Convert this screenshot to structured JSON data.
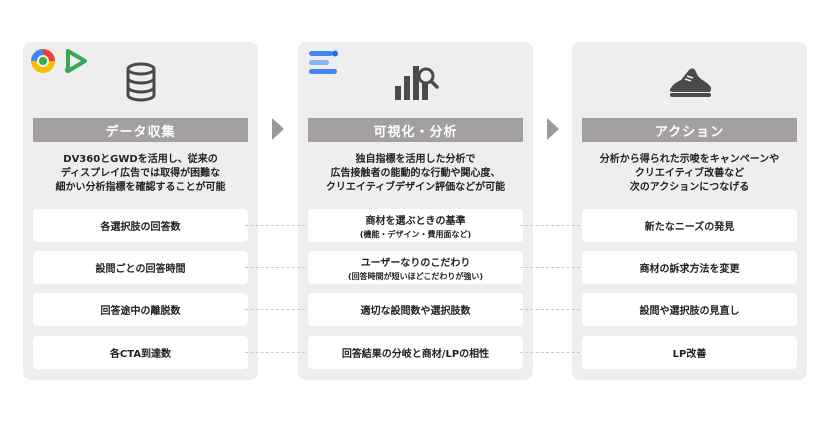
{
  "columns": [
    {
      "title": "データ収集",
      "icon": "database-icon",
      "brand_icons": [
        "google-dv360-icon",
        "campaign-manager-icon"
      ],
      "description": [
        "DV360とGWDを活用し、従来の",
        "ディスプレイ広告では取得が困難な",
        "細かい分析指標を確認することが可能"
      ],
      "items": [
        {
          "label": "各選択肢の回答数",
          "sub": ""
        },
        {
          "label": "設問ごとの回答時間",
          "sub": ""
        },
        {
          "label": "回答途中の離脱数",
          "sub": ""
        },
        {
          "label": "各CTA到達数",
          "sub": ""
        }
      ]
    },
    {
      "title": "可視化・分析",
      "icon": "chart-magnifier-icon",
      "brand_icons": [
        "looker-studio-icon"
      ],
      "description": [
        "独自指標を活用した分析で",
        "広告接触者の能動的な行動や関心度、",
        "クリエイティブデザイン評価などが可能"
      ],
      "items": [
        {
          "label": "商材を選ぶときの基準",
          "sub": "(機能・デザイン・費用面など)"
        },
        {
          "label": "ユーザーなりのこだわり",
          "sub": "(回答時間が短いほどこだわりが強い)"
        },
        {
          "label": "適切な設問数や選択肢数",
          "sub": ""
        },
        {
          "label": "回答結果の分岐と商材/LPの相性",
          "sub": ""
        }
      ]
    },
    {
      "title": "アクション",
      "icon": "sneaker-icon",
      "brand_icons": [],
      "description": [
        "分析から得られた示唆をキャンペーンや",
        "クリエイティブ改善など",
        "次のアクションにつなげる"
      ],
      "items": [
        {
          "label": "新たなニーズの発見",
          "sub": ""
        },
        {
          "label": "商材の訴求方法を変更",
          "sub": ""
        },
        {
          "label": "設問や選択肢の見直し",
          "sub": ""
        },
        {
          "label": "LP改善",
          "sub": ""
        }
      ]
    }
  ],
  "colors": {
    "panel": "#eeeeee",
    "header": "#a3a09f",
    "arrow": "#9a9a9a",
    "icon": "#4a4a4a"
  }
}
